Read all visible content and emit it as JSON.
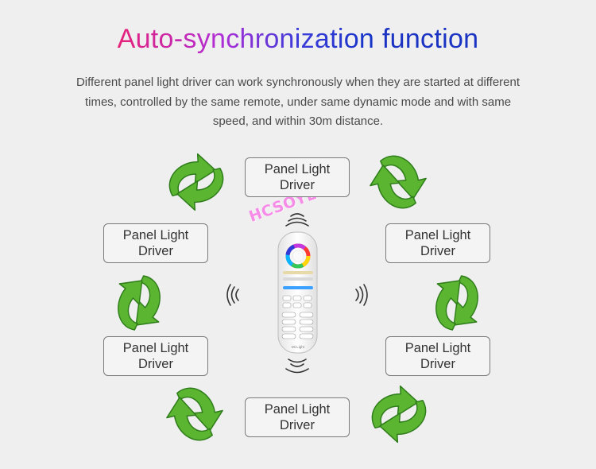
{
  "title": {
    "part1": "Auto-synchronization",
    "part2": "function"
  },
  "description": "Different panel light driver can work synchronously when they are started at different times, controlled by the same remote, under same dynamic mode and with same speed, and within 30m distance.",
  "boxes": [
    {
      "label": "Panel Light\nDriver"
    },
    {
      "label": "Panel Light\nDriver"
    },
    {
      "label": "Panel Light\nDriver"
    },
    {
      "label": "Panel Light\nDriver"
    },
    {
      "label": "Panel Light\nDriver"
    },
    {
      "label": "Panel Light\nDriver"
    }
  ],
  "watermark": "HCSOYES",
  "remote": {
    "brand": "Mi·Light"
  },
  "colors": {
    "arrow": "#5cb531",
    "arrow_outline": "#2e7d1a",
    "title_accent": "#1b33c2"
  }
}
